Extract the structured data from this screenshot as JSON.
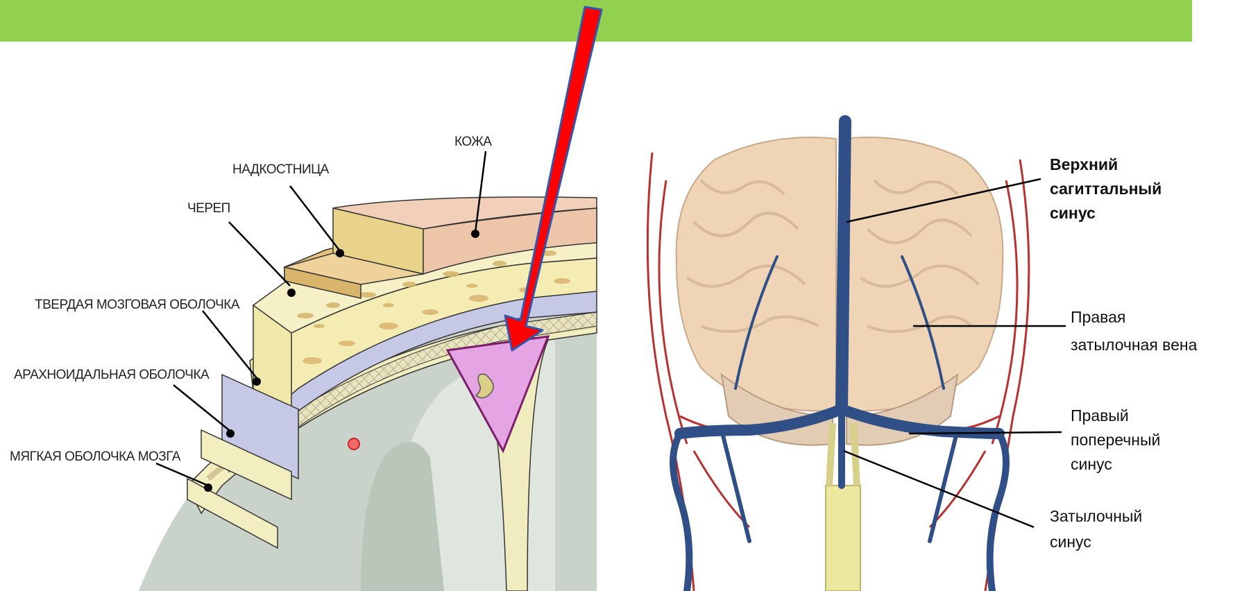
{
  "colors": {
    "top_band": "#92d050",
    "arrow_fill": "#ff0000",
    "arrow_stroke": "#3355aa",
    "vein": "#2f4f86",
    "artery": "#b31a1a",
    "brain": "#efd5b6"
  },
  "left_diagram": {
    "labels": [
      {
        "key": "skin",
        "text": "КОЖА"
      },
      {
        "key": "periosteum",
        "text": "НАДКОСТНИЦА"
      },
      {
        "key": "skull",
        "text": "ЧЕРЕП"
      },
      {
        "key": "dura",
        "text": "ТВЕРДАЯ МОЗГОВАЯ ОБОЛОЧКА"
      },
      {
        "key": "arachnoid",
        "text": "АРАХНОИДАЛЬНАЯ ОБОЛОЧКА"
      },
      {
        "key": "pia",
        "text": "МЯГКАЯ ОБОЛОЧКА МОЗГА"
      }
    ]
  },
  "right_diagram": {
    "labels": [
      {
        "key": "superior_sagittal",
        "lines": [
          "Верхний",
          "сагиттальный",
          "синус"
        ]
      },
      {
        "key": "right_occipital_vein",
        "lines": [
          "Правая",
          "затылочная вена"
        ]
      },
      {
        "key": "right_transverse",
        "lines": [
          "Правый",
          "поперечный",
          "синус"
        ]
      },
      {
        "key": "occipital_sinus",
        "lines": [
          "Затылочный",
          "синус"
        ]
      }
    ]
  }
}
